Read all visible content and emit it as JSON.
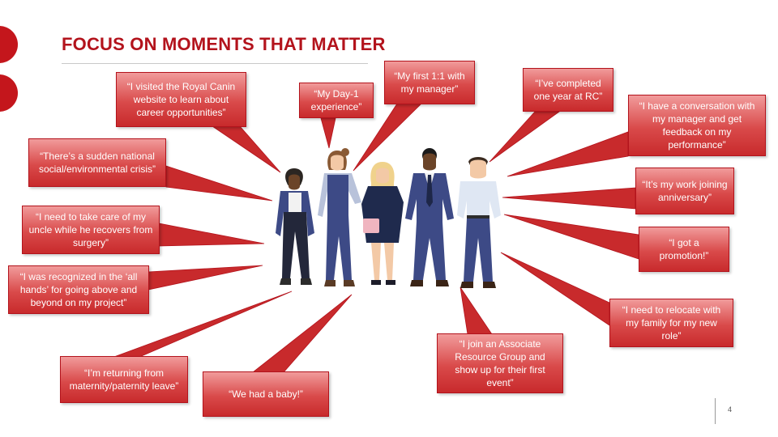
{
  "title": "FOCUS ON MOMENTS THAT MATTER",
  "page_number": "4",
  "colors": {
    "brand_red": "#c4161c",
    "callout_light": "#f19b9b",
    "callout_dark": "#c82a2c",
    "title_red": "#b3131c",
    "suit_blue": "#3d4a86",
    "skin_light": "#f3c9a6",
    "skin_dark": "#6b4428"
  },
  "callouts": [
    {
      "id": "royal-canin-website",
      "text": "“I visited the Royal Canin website to learn about career opportunities”"
    },
    {
      "id": "day-1-experience",
      "text": "“My Day-1 experience”"
    },
    {
      "id": "first-one-on-one",
      "text": "“My first 1:1 with my manager”"
    },
    {
      "id": "one-year-at-rc",
      "text": "“I’ve completed one year at RC”"
    },
    {
      "id": "conversation-with-manager",
      "text": "“I have a conversation with my manager and get feedback on my performance”"
    },
    {
      "id": "national-crisis",
      "text": "“There’s a sudden national social/environmental crisis”"
    },
    {
      "id": "work-anniversary",
      "text": "“It’s my work joining anniversary”"
    },
    {
      "id": "care-for-uncle",
      "text": "“I need to take care of my uncle while he recovers from surgery”"
    },
    {
      "id": "promotion",
      "text": "“I got a promotion!”"
    },
    {
      "id": "all-hands-recognition",
      "text": "“I was recognized in the ‘all hands’ for going above and beyond on my project”"
    },
    {
      "id": "relocate-family",
      "text": "“I need to relocate with my family for my new role”"
    },
    {
      "id": "associate-resource-group",
      "text": "“I join an Associate Resource Group and show up for their first event”"
    },
    {
      "id": "parental-leave",
      "text": "“I’m returning from maternity/paternity leave”"
    },
    {
      "id": "had-a-baby",
      "text": "“We had a baby!”"
    }
  ],
  "icons": {
    "people_group": "people-group-illustration",
    "slide_tabs": "red-half-circle-tabs"
  }
}
